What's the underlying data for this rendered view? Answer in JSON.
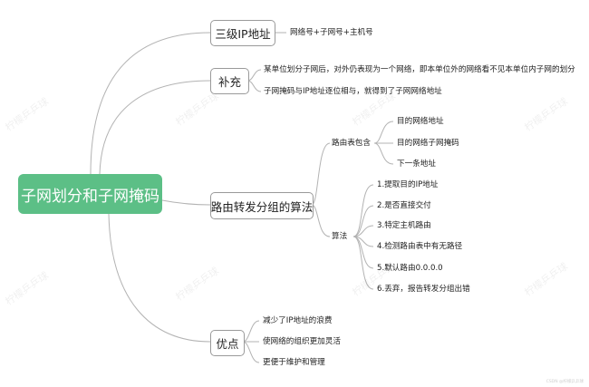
{
  "root": {
    "label": "子网划分和子网掩码"
  },
  "branches": {
    "level3": {
      "label": "三级IP地址",
      "items": [
        "网络号+子网号+主机号"
      ]
    },
    "supplement": {
      "label": "补充",
      "items": [
        "某单位划分子网后，对外仍表现为一个网络，即本单位外的网络看不见本单位内子网的划分",
        "子网掩码与IP地址逐位相与，就得到了子网网络地址"
      ]
    },
    "routing": {
      "label": "路由转发分组的算法",
      "table": {
        "label": "路由表包含",
        "items": [
          "目的网络地址",
          "目的网络子网掩码",
          "下一条地址"
        ]
      },
      "algo": {
        "label": "算法",
        "items": [
          "1.提取目的IP地址",
          "2.是否直接交付",
          "3.特定主机路由",
          "4.检测路由表中有无路径",
          "5.默认路由0.0.0.0",
          "6.丢弃，报告转发分组出错"
        ]
      }
    },
    "advantages": {
      "label": "优点",
      "items": [
        "减少了IP地址的浪费",
        "使网络的组织更加灵活",
        "更便于维护和管理"
      ]
    }
  },
  "watermark": "柠檬乒乒球",
  "credit": "CSDN @柠檬乒乒球",
  "colors": {
    "root_fill": "#5cbf86",
    "line": "#b3b3b3",
    "box_border": "#9a9a9a"
  }
}
